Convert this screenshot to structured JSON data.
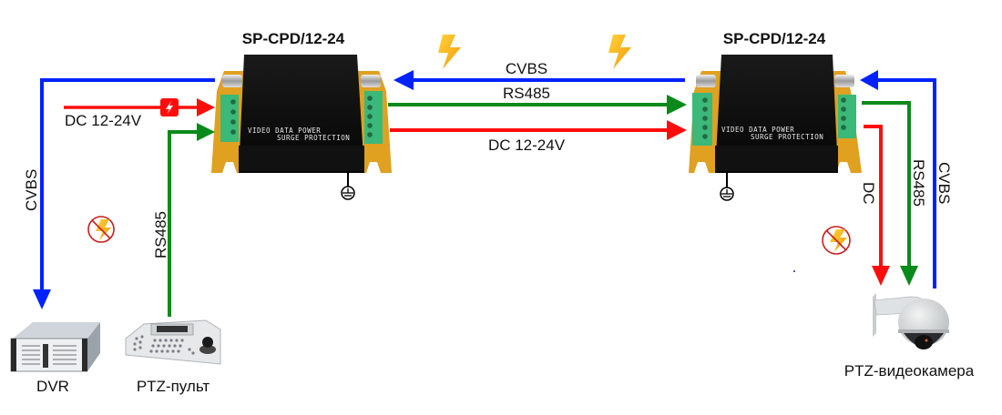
{
  "colors": {
    "cvbs": "#0022ff",
    "rs485": "#0a8a1a",
    "dc": "#ff0d0d",
    "device_body": "#0d0d0d",
    "device_frame": "#e0a020",
    "terminal_block": "#3cb878",
    "lightning": "#f6b40e",
    "no_surge_ring": "#c81e1e"
  },
  "devices": {
    "left_protector": {
      "model": "SP-CPD/12-24",
      "plate_line1": "VIDEO DATA POWER",
      "plate_line2": "SURGE PROTECTION"
    },
    "right_protector": {
      "model": "SP-CPD/12-24",
      "plate_line1": "VIDEO DATA POWER",
      "plate_line2": "SURGE PROTECTION"
    },
    "dvr": {
      "label": "DVR"
    },
    "ptz_keyboard": {
      "label": "PTZ-пульт"
    },
    "ptz_camera": {
      "label": "PTZ-видеокамера"
    }
  },
  "signals": {
    "left_cvbs": "CVBS",
    "left_dc": "DC 12-24V",
    "left_rs485": "RS485",
    "line_cvbs": "CVBS",
    "line_rs485": "RS485",
    "line_dc": "DC 12-24V",
    "right_dc": "DC",
    "right_rs485": "RS485",
    "right_cvbs": "CVBS"
  },
  "icons": {
    "ground": "ground-symbol",
    "lightning": "lightning-bolt",
    "no_surge": "no-lightning-sign",
    "fuse": "surge-fuse-badge"
  }
}
